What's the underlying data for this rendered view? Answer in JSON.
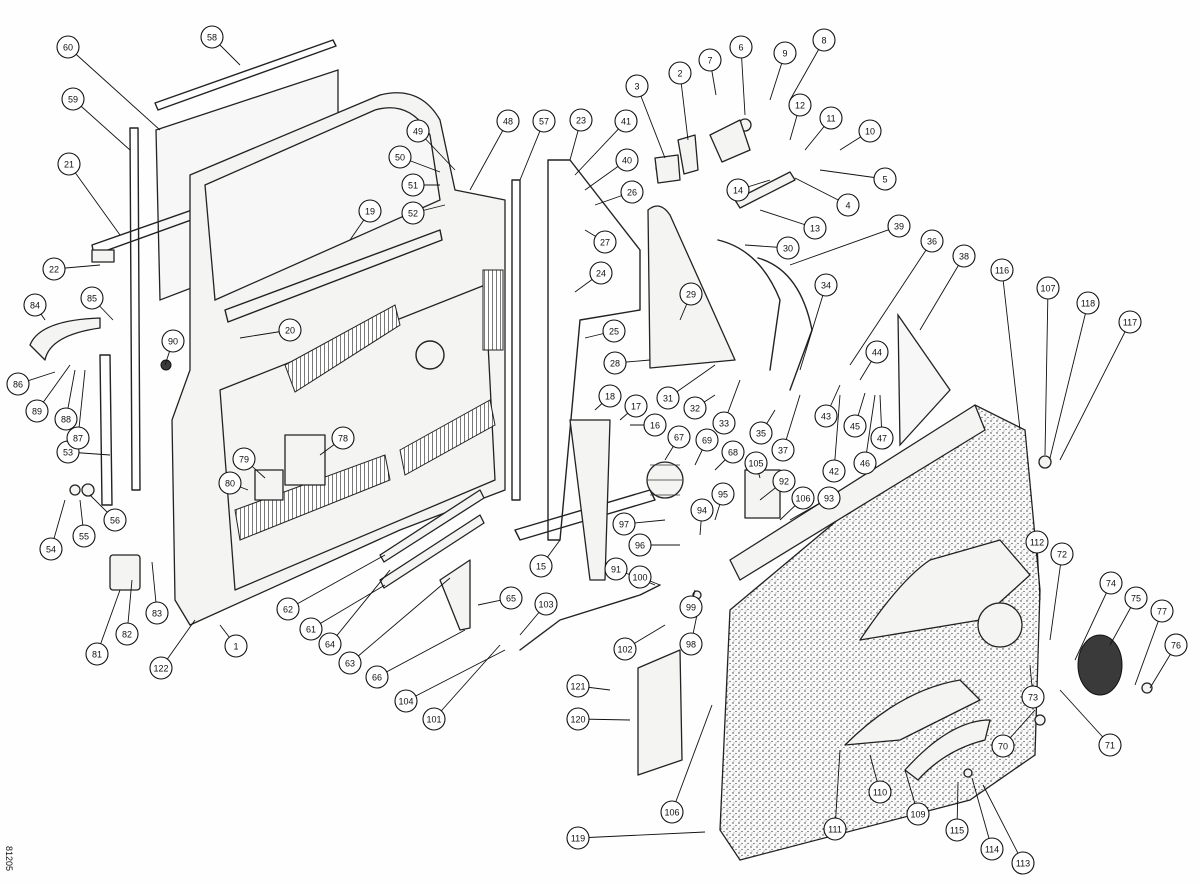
{
  "figure_code": "81205",
  "labels": [
    "1",
    "2",
    "3",
    "4",
    "5",
    "6",
    "7",
    "8",
    "9",
    "10",
    "11",
    "12",
    "13",
    "14",
    "15",
    "16",
    "17",
    "18",
    "19",
    "20",
    "21",
    "22",
    "23",
    "24",
    "25",
    "26",
    "27",
    "28",
    "29",
    "30",
    "31",
    "32",
    "33",
    "34",
    "35",
    "36",
    "37",
    "38",
    "39",
    "40",
    "41",
    "42",
    "43",
    "44",
    "45",
    "46",
    "47",
    "48",
    "49",
    "50",
    "51",
    "52",
    "53",
    "54",
    "55",
    "56",
    "57",
    "58",
    "59",
    "60",
    "61",
    "62",
    "63",
    "64",
    "65",
    "66",
    "67",
    "68",
    "69",
    "70",
    "71",
    "72",
    "73",
    "74",
    "75",
    "76",
    "77",
    "78",
    "79",
    "80",
    "81",
    "82",
    "83",
    "84",
    "85",
    "86",
    "87",
    "88",
    "89",
    "90",
    "91",
    "92",
    "93",
    "94",
    "95",
    "96",
    "97",
    "98",
    "99",
    "100",
    "101",
    "102",
    "103",
    "104",
    "105",
    "106",
    "106",
    "107",
    "109",
    "110",
    "111",
    "112",
    "113",
    "114",
    "115",
    "116",
    "117",
    "118",
    "119",
    "120",
    "121",
    "122"
  ]
}
